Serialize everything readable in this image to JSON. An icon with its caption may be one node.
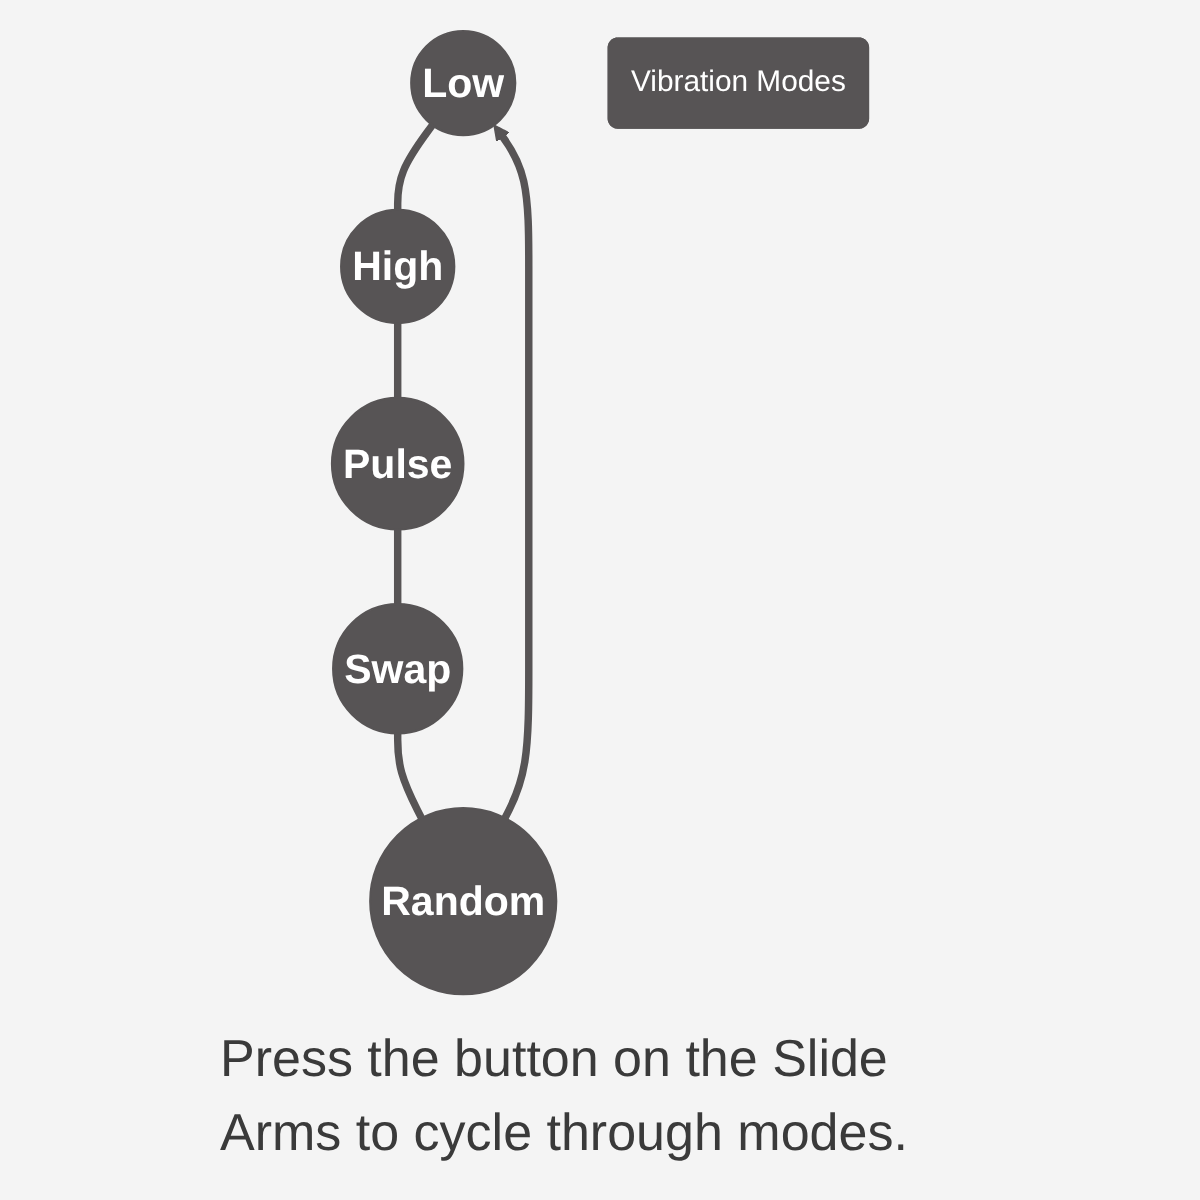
{
  "diagram": {
    "nodes": [
      {
        "text": [
          "Low"
        ]
      },
      {
        "text": [
          "High"
        ]
      },
      {
        "text": [
          "Pulse"
        ]
      },
      {
        "text": [
          "Swap"
        ]
      },
      {
        "text": [
          "Random"
        ]
      },
      {
        "text": [
          "Vibration Modes"
        ]
      }
    ],
    "edges": [
      {
        "from": 0,
        "to": 1,
        "arrow": "none"
      },
      {
        "from": 1,
        "to": 2,
        "arrow": "none"
      },
      {
        "from": 2,
        "to": 3,
        "arrow": "none"
      },
      {
        "from": 3,
        "to": 4,
        "arrow": "none"
      },
      {
        "from": 4,
        "to": 0,
        "arrow": "to"
      }
    ],
    "caption": "Press the button on the Slide Arms to cycle through modes."
  }
}
